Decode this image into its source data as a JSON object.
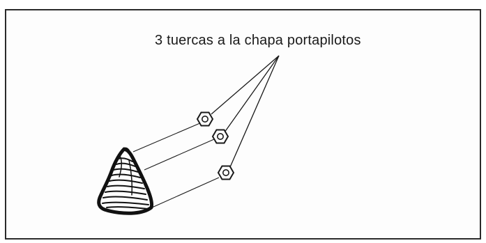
{
  "diagram": {
    "callout": {
      "text": "3 tuercas a la chapa portapilotos"
    },
    "parts": [
      {
        "name": "nut-1"
      },
      {
        "name": "nut-2"
      },
      {
        "name": "nut-3"
      }
    ],
    "colors": {
      "frame": "#2a2a2a",
      "ink": "#1a1a1a",
      "background": "#ffffff"
    }
  }
}
